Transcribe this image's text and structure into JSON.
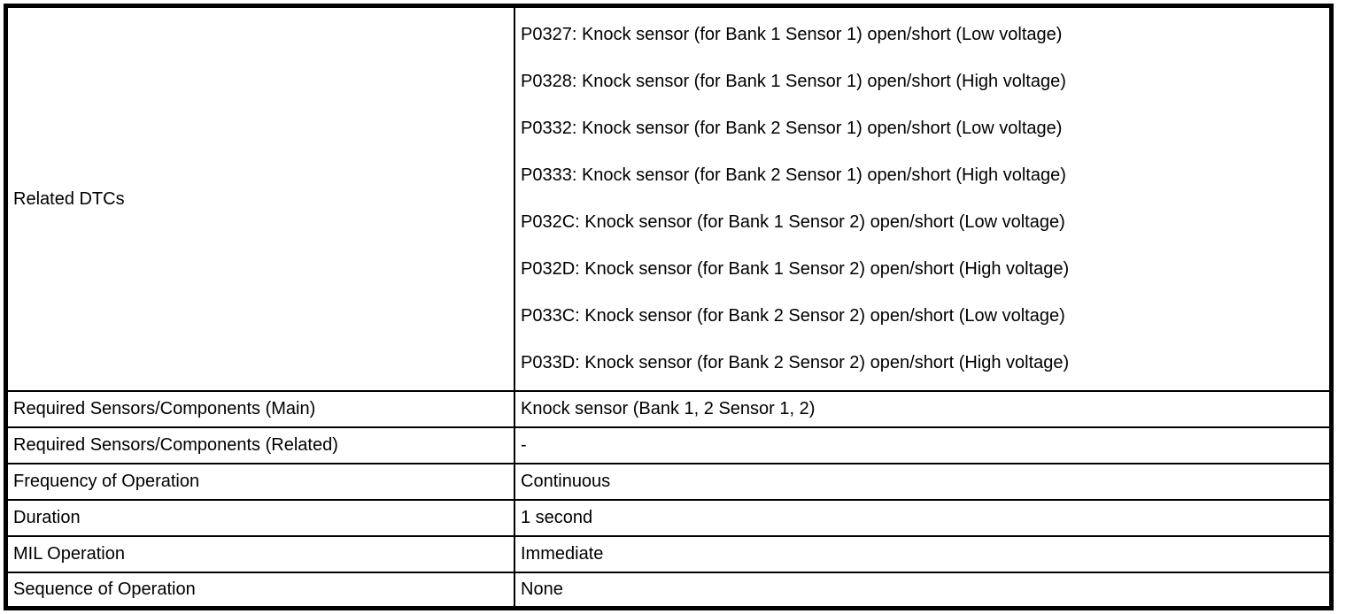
{
  "table": {
    "rows": [
      {
        "label": "Related DTCs",
        "value_lines": [
          "P0327: Knock sensor (for Bank 1 Sensor 1) open/short (Low voltage)",
          "P0328: Knock sensor (for Bank 1 Sensor 1) open/short (High voltage)",
          "P0332: Knock sensor (for Bank 2 Sensor 1) open/short (Low voltage)",
          "P0333: Knock sensor (for Bank 2 Sensor 1) open/short (High voltage)",
          "P032C: Knock sensor (for Bank 1 Sensor 2) open/short (Low voltage)",
          "P032D: Knock sensor (for Bank 1 Sensor 2) open/short (High voltage)",
          "P033C: Knock sensor (for Bank 2 Sensor 2) open/short (Low voltage)",
          "P033D: Knock sensor (for Bank 2 Sensor 2) open/short (High voltage)"
        ]
      },
      {
        "label": "Required Sensors/Components (Main)",
        "value": "Knock sensor (Bank 1, 2 Sensor 1, 2)"
      },
      {
        "label": "Required Sensors/Components (Related)",
        "value": "-"
      },
      {
        "label": "Frequency of Operation",
        "value": "Continuous"
      },
      {
        "label": "Duration",
        "value": "1 second"
      },
      {
        "label": "MIL Operation",
        "value": "Immediate"
      },
      {
        "label": "Sequence of Operation",
        "value": "None"
      }
    ],
    "colors": {
      "border": "#000000",
      "background": "#ffffff",
      "text": "#000000"
    }
  }
}
